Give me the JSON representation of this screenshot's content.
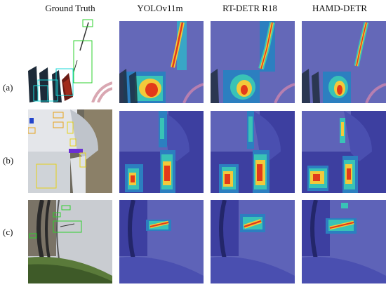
{
  "columns": [
    "Ground Truth",
    "YOLOv11m",
    "RT-DETR R18",
    "HAMD-DETR"
  ],
  "rows": [
    "(a)",
    "(b)",
    "(c)"
  ],
  "colors": {
    "heat_bg": "#3d3fa0",
    "heat_hot": "#e23a1a",
    "heat_warm": "#f3c93a",
    "heat_mid": "#39c3b6",
    "gt_cyan": "#18d7d7",
    "gt_green": "#2ed12e",
    "gt_yellow": "#e6d21a"
  }
}
